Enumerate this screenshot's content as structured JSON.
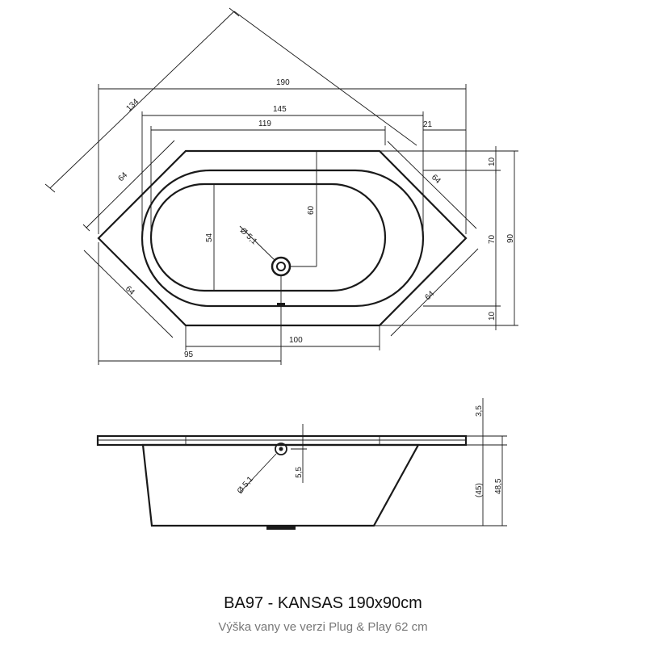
{
  "title": "BA97 - KANSAS 190x90cm",
  "subtitle": "Výška vany ve verzi Plug & Play 62 cm",
  "top_view": {
    "dim_134": "134",
    "dim_190": "190",
    "dim_145": "145",
    "dim_119": "119",
    "dim_21": "21",
    "dim_64_tl": "64",
    "dim_64_tr": "64",
    "dim_64_bl": "64",
    "dim_64_br": "64",
    "dim_54": "54",
    "dim_60": "60",
    "dim_drain": "Ø 5,1",
    "dim_100": "100",
    "dim_95": "95",
    "dim_10_top": "10",
    "dim_70": "70",
    "dim_90": "90",
    "dim_10_bottom": "10"
  },
  "side_view": {
    "dim_3_5": "3,5",
    "dim_5_5": "5,5",
    "dim_drain": "Ø 5,1",
    "dim_45": "(45)",
    "dim_48_5": "48,5"
  }
}
